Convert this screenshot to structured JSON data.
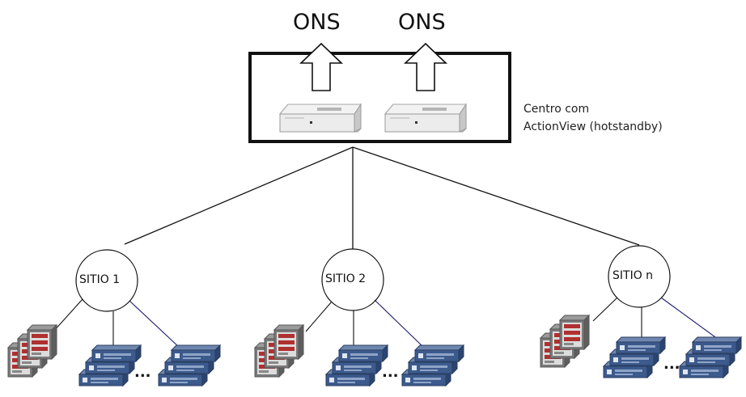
{
  "diagram": {
    "outputs": [
      {
        "label": "ONS"
      },
      {
        "label": "ONS"
      }
    ],
    "center": {
      "label_line1": "Centro com",
      "label_line2": "ActionView (hotstandby)"
    },
    "sites": [
      {
        "label": "SITIO 1"
      },
      {
        "label": "SITIO 2"
      },
      {
        "label": "SITIO n"
      }
    ],
    "ellipsis": "...",
    "colors": {
      "line": "#111111",
      "site_link": "#1a1a6e",
      "server_body": "#e6e6e6",
      "device_blue": "#3c5a8c",
      "device_red": "#b03030"
    },
    "icons": {
      "server": "rack-server-icon",
      "meter": "panel-meter-icon",
      "device": "network-device-icon"
    }
  }
}
